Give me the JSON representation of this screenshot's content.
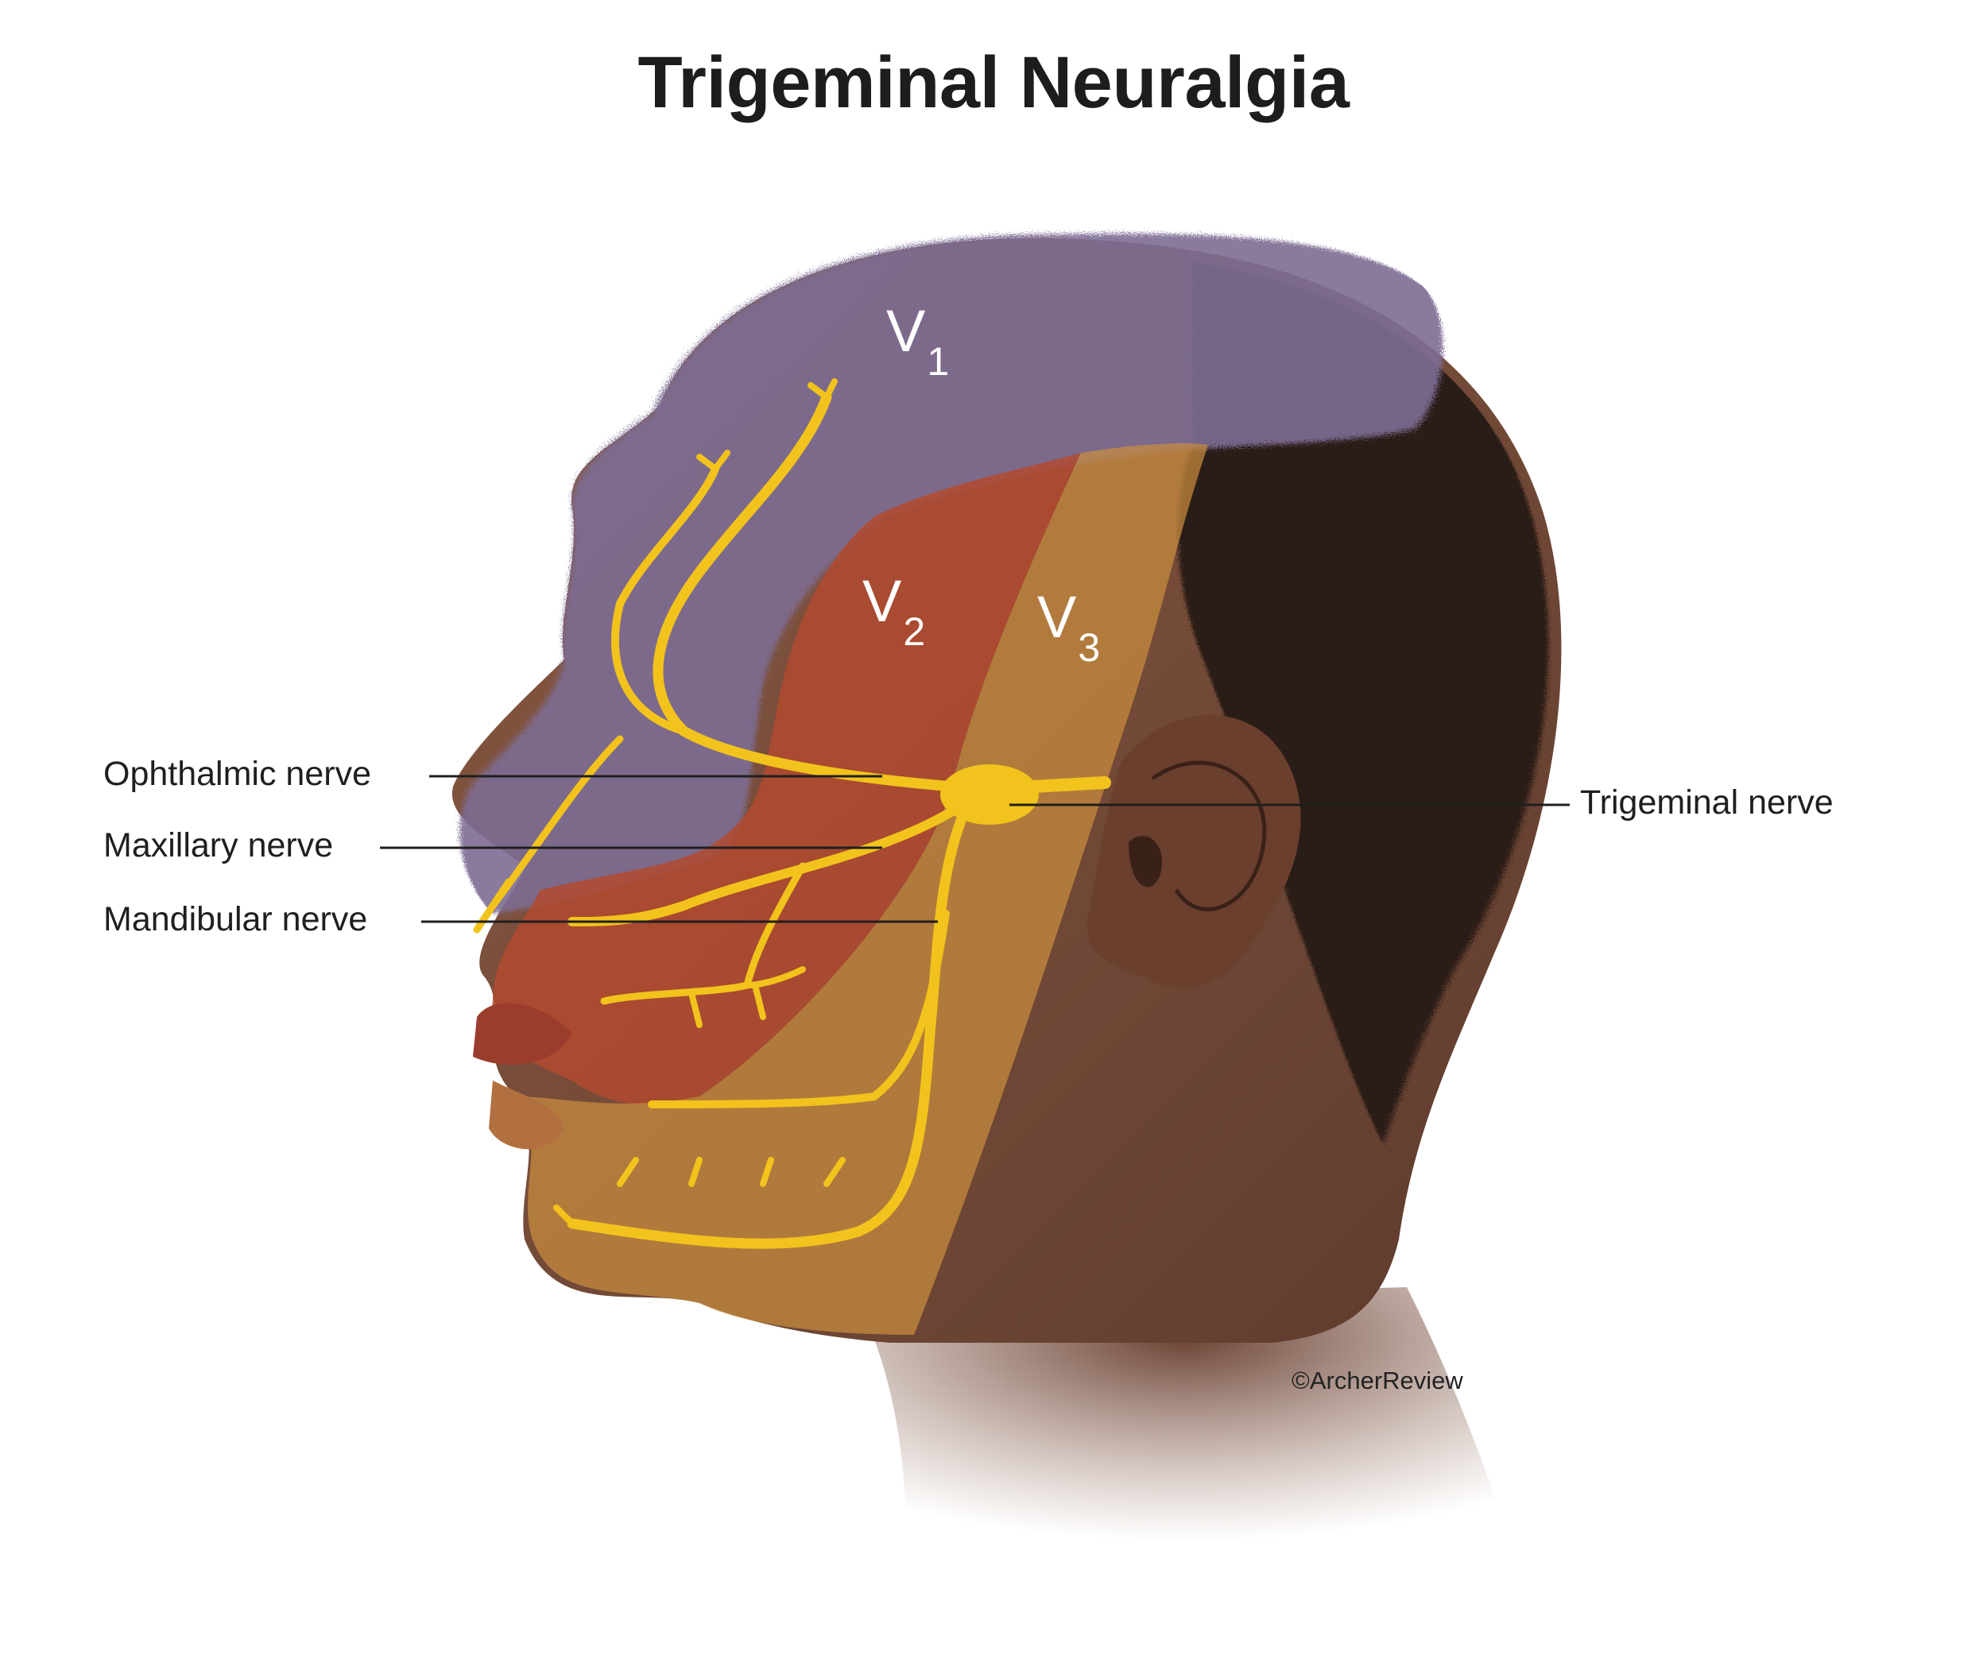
{
  "title": "Trigeminal Neuralgia",
  "zones": [
    {
      "letter": "V",
      "sub": "1"
    },
    {
      "letter": "V",
      "sub": "2"
    },
    {
      "letter": "V",
      "sub": "3"
    }
  ],
  "labels": {
    "ophthalmic": "Ophthalmic nerve",
    "maxillary": "Maxillary nerve",
    "mandibular": "Mandibular nerve",
    "trigeminal": "Trigeminal nerve"
  },
  "copyright": "©ArcherReview",
  "colors": {
    "v1_zone": "#7d6d93",
    "v2_zone": "#b14a30",
    "v3_zone": "#c98d3e",
    "nerve": "#f2c31c",
    "skin": "#7b4f3a",
    "hair": "#2a1e18"
  }
}
